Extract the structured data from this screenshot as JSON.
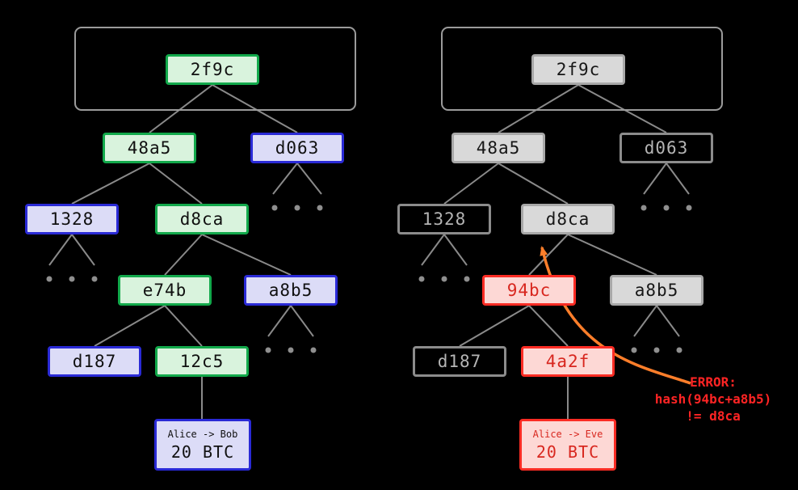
{
  "palette": {
    "background": "#000000",
    "connector_gray": "#8a8a8a",
    "frame_gray": "#9b9b9b",
    "green_border": "#12a94b",
    "green_fill": "#d9f3dd",
    "blue_border": "#2a2ad6",
    "blue_fill": "#dcdcf7",
    "gray_light_fill": "#d9d9d9",
    "gray_dark_text": "#b5b5b5",
    "red_border": "#fb2c24",
    "red_fill": "#fdd8d5",
    "error_red": "#ff2424",
    "arrow_orange": "#fd7e2a"
  },
  "left": {
    "nodes": [
      {
        "label": "2f9c",
        "variant": "green"
      },
      {
        "label": "48a5",
        "variant": "green"
      },
      {
        "label": "d063",
        "variant": "blue"
      },
      {
        "label": "1328",
        "variant": "blue"
      },
      {
        "label": "d8ca",
        "variant": "green"
      },
      {
        "label": "e74b",
        "variant": "green"
      },
      {
        "label": "a8b5",
        "variant": "blue"
      },
      {
        "label": "d187",
        "variant": "blue"
      },
      {
        "label": "12c5",
        "variant": "green"
      }
    ],
    "transaction": {
      "parties": "Alice -> Bob",
      "amount": "20 BTC"
    }
  },
  "right": {
    "nodes": [
      {
        "label": "2f9c",
        "variant": "graylight"
      },
      {
        "label": "48a5",
        "variant": "graylight"
      },
      {
        "label": "d063",
        "variant": "graydark"
      },
      {
        "label": "1328",
        "variant": "graydark"
      },
      {
        "label": "d8ca",
        "variant": "graylight"
      },
      {
        "label": "94bc",
        "variant": "red"
      },
      {
        "label": "a8b5",
        "variant": "graylight"
      },
      {
        "label": "d187",
        "variant": "graydark"
      },
      {
        "label": "4a2f",
        "variant": "red"
      }
    ],
    "transaction": {
      "parties": "Alice -> Eve",
      "amount": "20 BTC"
    },
    "error": {
      "line1": "ERROR:",
      "line2": "hash(94bc+a8b5)",
      "line3": "!= d8ca"
    }
  }
}
